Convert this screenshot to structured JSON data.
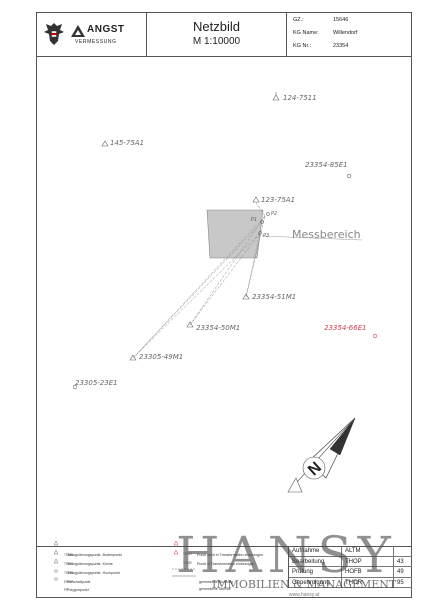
{
  "header": {
    "brand": "ANGST",
    "brand_sub": "VERMESSUNG",
    "title": "Netzbild",
    "scale": "M 1:10000",
    "meta": [
      {
        "key": "GZ.:",
        "value": "15646"
      },
      {
        "key": "KG Name:",
        "value": "Willendorf"
      },
      {
        "key": "KG Nr.:",
        "value": "23354"
      }
    ]
  },
  "points": {
    "p124": "124-7511",
    "p145": "145-75A1",
    "p85e1": "23354-85E1",
    "p123": "123-75A1",
    "p51m1": "23354-51M1",
    "p50m1": "23354-50M1",
    "p66e1": "23354-66E1",
    "p49m1": "23305-49M1",
    "p23e1": "23305-23E1",
    "measure_label": "Messbereich",
    "stations": [
      "P1",
      "P2",
      "P3"
    ],
    "red_color": "#d04050"
  },
  "north": {
    "letter": "N"
  },
  "legend": {
    "items": [
      {
        "code": "TDNR",
        "text": "Triangulierungspunkt- Bodenpunkt"
      },
      {
        "code": "TDKR",
        "text": "Triangulierungspunkt- Kirche"
      },
      {
        "code": "TDHR",
        "text": "Triangulierungspunkt- Hochpunkt"
      },
      {
        "code": "EP/KP",
        "text": "Einschaltpunkt"
      },
      {
        "code": "PP",
        "text": "Polygonpunkt"
      }
    ],
    "right_items": [
      {
        "code": "TDNR",
        "text": "Punkt nicht in Transformation einbezogen"
      },
      {
        "code": "TDNR",
        "text": "Punkt in Transformation einbezogen"
      },
      {
        "code": "",
        "text": "gemessene Richtung"
      },
      {
        "code": "",
        "text": "gemessene Strecke"
      }
    ]
  },
  "table": {
    "rows": [
      {
        "label": "Aufnahme",
        "mid": "ALTM",
        "num": ""
      },
      {
        "label": "Bearbeitung",
        "mid": "THOP",
        "num": "43"
      },
      {
        "label": "Prüfung",
        "mid": "HOFB",
        "num": "49"
      },
      {
        "label": "Genehmigung",
        "mid": "THOR",
        "num": "95"
      }
    ]
  },
  "watermark": {
    "name": "HANSY",
    "sub": "IMMOBILIEN & MANAGEMENT",
    "url": "www.hansy.at"
  }
}
